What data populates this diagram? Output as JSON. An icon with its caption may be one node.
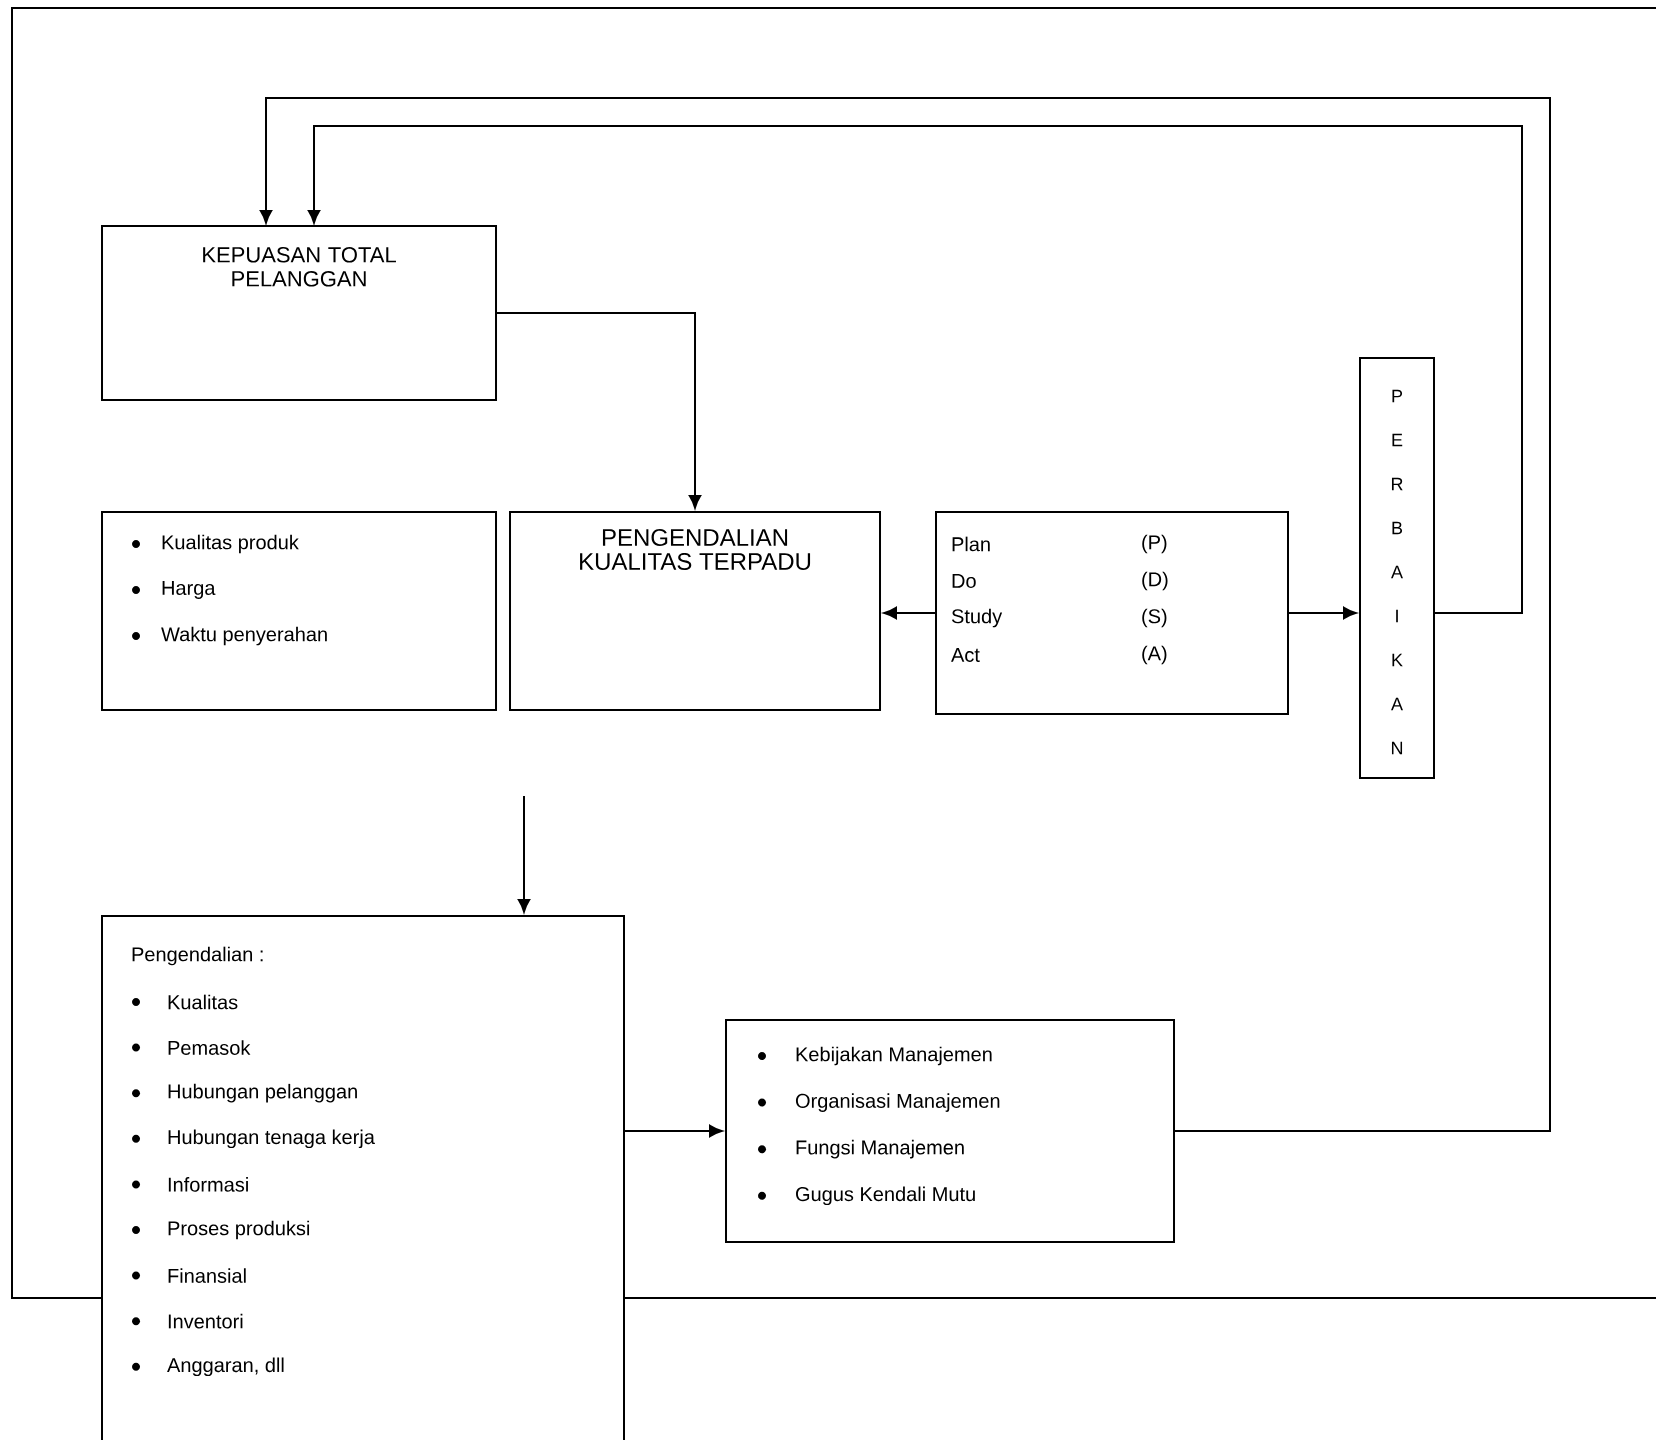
{
  "diagram": {
    "nodes": [
      {
        "text": [
          "KEPUASAN TOTAL PELANGGAN"
        ]
      },
      {
        "text": [
          "Kualitas produk",
          "Harga",
          "Waktu penyerahan"
        ]
      },
      {
        "text": [
          "PENGENDALIAN KUALITAS TERPADU"
        ]
      },
      {
        "text": [
          "Plan",
          "(P)",
          "Do",
          "(D)",
          "Study",
          "(S)",
          "Act",
          "(A)"
        ]
      },
      {
        "text": [
          "PERBAIKAN"
        ]
      },
      {
        "text": [
          "Pengendalian :",
          "Kualitas",
          "Pemasok",
          "Hubungan pelanggan",
          "Hubungan tenaga kerja",
          "Informasi",
          "Proses produksi",
          "Finansial",
          "Inventori",
          "Anggaran, dll"
        ]
      },
      {
        "text": [
          "Kebijakan Manajemen",
          "Organisasi Manajemen",
          "Fungsi Manajemen",
          "Gugus Kendali Mutu"
        ]
      }
    ],
    "edges": [
      {
        "from": 0,
        "to": 2,
        "arrow": "to"
      },
      {
        "from": 3,
        "to": 2,
        "arrow": "to"
      },
      {
        "from": 3,
        "to": 4,
        "arrow": "to"
      },
      {
        "from": 4,
        "to": 0,
        "arrow": "to"
      },
      {
        "from": 6,
        "to": 0,
        "arrow": "to"
      },
      {
        "from": null,
        "to": 5,
        "arrow": "to"
      },
      {
        "from": 5,
        "to": 6,
        "arrow": "to"
      }
    ]
  }
}
